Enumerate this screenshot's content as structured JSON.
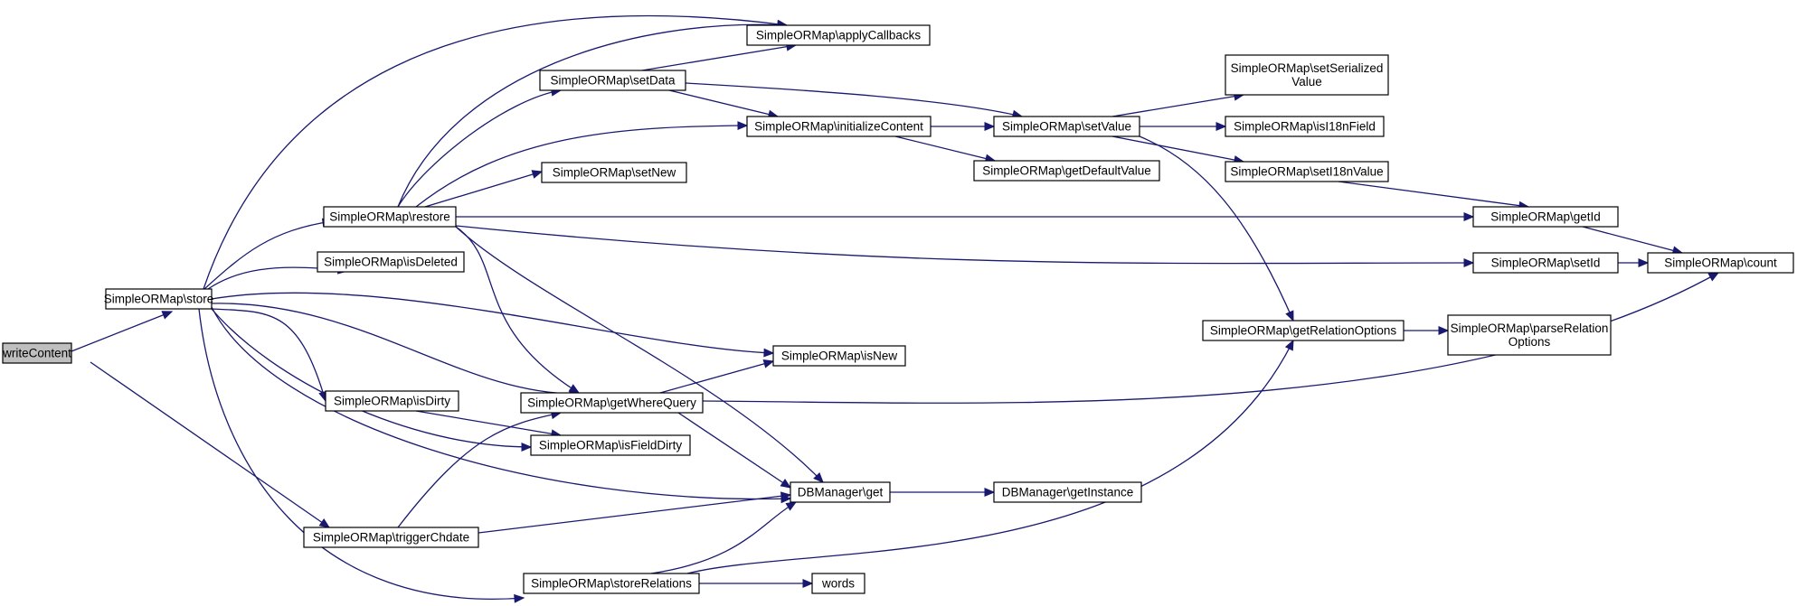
{
  "graph": {
    "edge_color": "#191970",
    "root_fill": "#bfbfbf",
    "nodes": [
      {
        "id": "writeContent",
        "lines": [
          "writeContent"
        ],
        "root": true
      },
      {
        "id": "store",
        "lines": [
          "SimpleORMap\\store"
        ]
      },
      {
        "id": "triggerChdate",
        "lines": [
          "SimpleORMap\\triggerChdate"
        ]
      },
      {
        "id": "restore",
        "lines": [
          "SimpleORMap\\restore"
        ]
      },
      {
        "id": "isDeleted",
        "lines": [
          "SimpleORMap\\isDeleted"
        ]
      },
      {
        "id": "isDirty",
        "lines": [
          "SimpleORMap\\isDirty"
        ]
      },
      {
        "id": "storeRelations",
        "lines": [
          "SimpleORMap\\storeRelations"
        ]
      },
      {
        "id": "setData",
        "lines": [
          "SimpleORMap\\setData"
        ]
      },
      {
        "id": "setNew",
        "lines": [
          "SimpleORMap\\setNew"
        ]
      },
      {
        "id": "getWhereQuery",
        "lines": [
          "SimpleORMap\\getWhereQuery"
        ]
      },
      {
        "id": "applyCallbacks",
        "lines": [
          "SimpleORMap\\applyCallbacks"
        ]
      },
      {
        "id": "initializeContent",
        "lines": [
          "SimpleORMap\\initializeContent"
        ]
      },
      {
        "id": "isNew",
        "lines": [
          "SimpleORMap\\isNew"
        ]
      },
      {
        "id": "isFieldDirty",
        "lines": [
          "SimpleORMap\\isFieldDirty"
        ]
      },
      {
        "id": "dbget",
        "lines": [
          "DBManager\\get"
        ]
      },
      {
        "id": "words",
        "lines": [
          "words"
        ]
      },
      {
        "id": "setValue",
        "lines": [
          "SimpleORMap\\setValue"
        ]
      },
      {
        "id": "getDefaultValue",
        "lines": [
          "SimpleORMap\\getDefaultValue"
        ]
      },
      {
        "id": "getInstance",
        "lines": [
          "DBManager\\getInstance"
        ]
      },
      {
        "id": "setSerializedValue",
        "lines": [
          "SimpleORMap\\setSerialized",
          "Value"
        ]
      },
      {
        "id": "isI18nField",
        "lines": [
          "SimpleORMap\\isI18nField"
        ]
      },
      {
        "id": "setI18nValue",
        "lines": [
          "SimpleORMap\\setI18nValue"
        ]
      },
      {
        "id": "getRelationOptions",
        "lines": [
          "SimpleORMap\\getRelationOptions"
        ]
      },
      {
        "id": "getId",
        "lines": [
          "SimpleORMap\\getId"
        ]
      },
      {
        "id": "setId",
        "lines": [
          "SimpleORMap\\setId"
        ]
      },
      {
        "id": "parseRelationOptions",
        "lines": [
          "SimpleORMap\\parseRelation",
          "Options"
        ]
      },
      {
        "id": "count",
        "lines": [
          "SimpleORMap\\count"
        ]
      }
    ],
    "edges": [
      {
        "from": "writeContent",
        "to": "store"
      },
      {
        "from": "writeContent",
        "to": "triggerChdate"
      },
      {
        "from": "store",
        "to": "applyCallbacks"
      },
      {
        "from": "store",
        "to": "restore"
      },
      {
        "from": "store",
        "to": "isDeleted"
      },
      {
        "from": "store",
        "to": "isNew"
      },
      {
        "from": "store",
        "to": "getWhereQuery"
      },
      {
        "from": "store",
        "to": "isDirty"
      },
      {
        "from": "store",
        "to": "isFieldDirty"
      },
      {
        "from": "store",
        "to": "dbget"
      },
      {
        "from": "store",
        "to": "storeRelations"
      },
      {
        "from": "restore",
        "to": "applyCallbacks"
      },
      {
        "from": "restore",
        "to": "setData"
      },
      {
        "from": "restore",
        "to": "initializeContent"
      },
      {
        "from": "restore",
        "to": "setNew"
      },
      {
        "from": "restore",
        "to": "getId"
      },
      {
        "from": "restore",
        "to": "setId"
      },
      {
        "from": "restore",
        "to": "getWhereQuery"
      },
      {
        "from": "restore",
        "to": "dbget"
      },
      {
        "from": "setData",
        "to": "applyCallbacks"
      },
      {
        "from": "setData",
        "to": "setValue"
      },
      {
        "from": "setData",
        "to": "initializeContent"
      },
      {
        "from": "initializeContent",
        "to": "setValue"
      },
      {
        "from": "initializeContent",
        "to": "getDefaultValue"
      },
      {
        "from": "setValue",
        "to": "setSerializedValue"
      },
      {
        "from": "setValue",
        "to": "isI18nField"
      },
      {
        "from": "setValue",
        "to": "setI18nValue"
      },
      {
        "from": "setValue",
        "to": "getRelationOptions"
      },
      {
        "from": "setI18nValue",
        "to": "getId"
      },
      {
        "from": "getId",
        "to": "count"
      },
      {
        "from": "setId",
        "to": "count"
      },
      {
        "from": "getRelationOptions",
        "to": "parseRelationOptions"
      },
      {
        "from": "getWhereQuery",
        "to": "isNew"
      },
      {
        "from": "getWhereQuery",
        "to": "dbget"
      },
      {
        "from": "getWhereQuery",
        "to": "count"
      },
      {
        "from": "isDirty",
        "to": "isFieldDirty"
      },
      {
        "from": "triggerChdate",
        "to": "getWhereQuery"
      },
      {
        "from": "triggerChdate",
        "to": "dbget"
      },
      {
        "from": "dbget",
        "to": "getInstance"
      },
      {
        "from": "storeRelations",
        "to": "dbget"
      },
      {
        "from": "storeRelations",
        "to": "getRelationOptions"
      },
      {
        "from": "storeRelations",
        "to": "words"
      }
    ]
  }
}
